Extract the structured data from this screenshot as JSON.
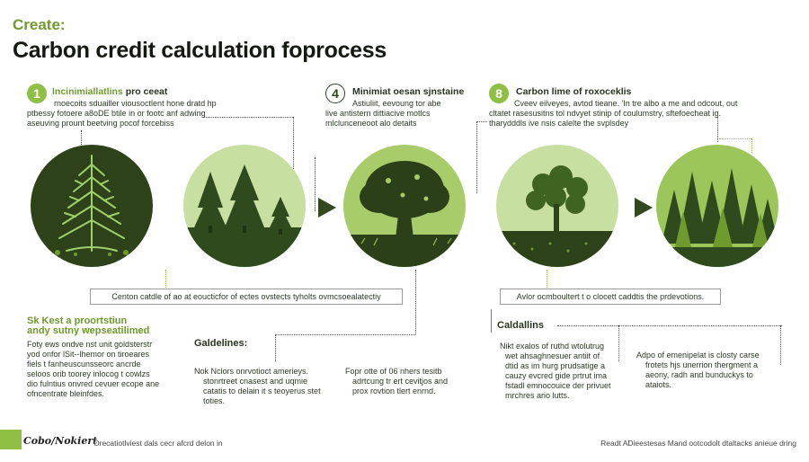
{
  "header": {
    "kicker": "Create:",
    "title": "Carbon credit calculation foprocess"
  },
  "steps": [
    {
      "number": "1",
      "title_lead": "lncinimiallatlins",
      "title_rest": " pro ceeat",
      "body": [
        "rnoecoits sduailler viousoctlent hone dratd hp",
        "ptbessy fotoere a8oDE btile in or footc anf adwing",
        "aseuving prount beetving pocof forcebiss"
      ]
    },
    {
      "number": "4",
      "title": "Minimiat oesan sjnstaine",
      "body": [
        "Astiuliit, eevoung tor abe",
        "live antistern dittiacive motlcs",
        "mlclunceneoot alo detaits"
      ]
    },
    {
      "number": "8",
      "title": "Carbon lime of roxoceklis",
      "body": [
        "Cveev eilveyes, avtod tieane. 'In tre albo a me and odcout, out",
        "cltatet rasesusitns tol ndvyet stinip of coulumstry, sftefoecheat ig.",
        "tharydddls ive nsis calelte the svplsdey"
      ]
    }
  ],
  "boxes": {
    "left": "Centon catdle of ao at eoucticfor of ectes ovstects tyholts ovmcsoealatectiy",
    "right": "Avlor ocmboultert t o clocett caddtis the prdevotions."
  },
  "left_section": {
    "subhead_1": "Sk Kest a proortstiun",
    "subhead_2": "andy sutny wepseatilimed",
    "body": [
      "Foty ews ondve nst unit goldsterstr",
      "yod onfor lSit--lhemor on tiroeares",
      "fiels t fanheuscunsseorc ancrde",
      "seloos orib toorey inlocog t cowlzs",
      "dio fulntius onvred cevuer ecope ane",
      "ofncentrate bleinfdes."
    ]
  },
  "guidelines": {
    "label": "Galdelines:",
    "col1": [
      "Nok Nclors onrvotioct amerieys.",
      "stonrtreet cnasest and uqmie",
      "catatis to delain it s teoyerus stet",
      "toties."
    ],
    "col2": [
      "Fopr otte of 06 nhers tesitb",
      "adrtcung tr ert cevitjos and",
      "prox rovtion tlert enrnd."
    ]
  },
  "caldallins": {
    "label": "Caldallins",
    "col1": [
      "Nikt exalos of ruthd wtolutrug",
      "wet ahsaghnesuer antiit of",
      "dtid as im hurg prudsatige a",
      "cauzy evcred gide prtrut ima",
      "fstadl emnocouice der privuet",
      "mrchres ario lutts."
    ],
    "col2": [
      "Adpo of emenipelat is closty carse",
      "frotets hjs unerrion thergment a",
      "aeony, radh and bunduckys to",
      "ataiots."
    ]
  },
  "footer": {
    "logo": "Cobo/Nokiert",
    "left": "Orecatiotlviest dals cecr afcrd delon in",
    "right": "Readt ADieestesas Mand ootcodolt dtaltacks anieue dring"
  }
}
